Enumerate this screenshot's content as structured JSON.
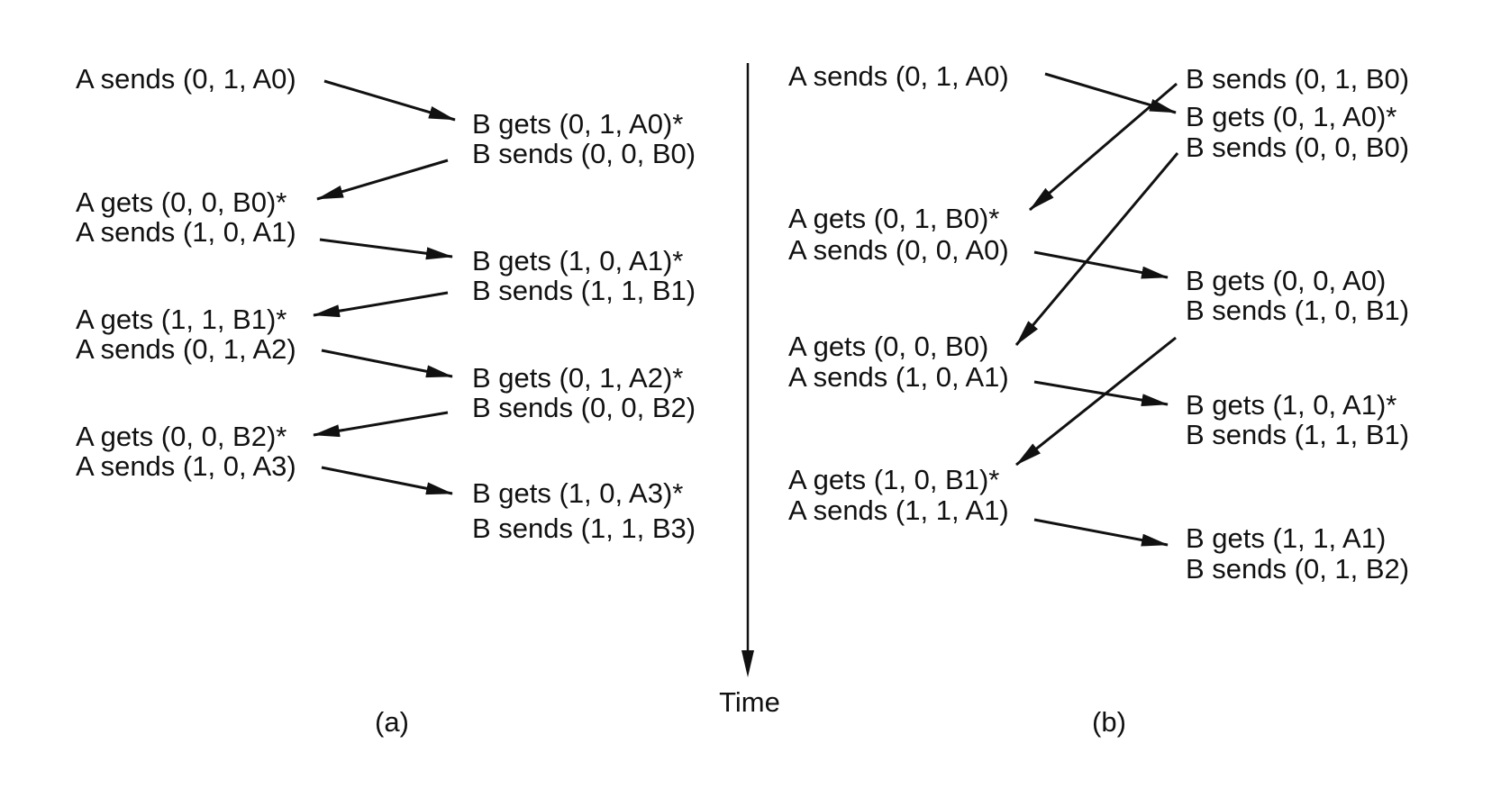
{
  "time_label": "Time",
  "panels": [
    {
      "label": "(a)",
      "a_events": [
        "A sends (0, 1, A0)",
        "A gets (0, 0, B0)*",
        "A sends (1, 0, A1)",
        "A gets (1, 1, B1)*",
        "A sends (0, 1, A2)",
        "A gets (0, 0, B2)*",
        "A sends (1, 0, A3)"
      ],
      "b_events": [
        "B gets (0, 1, A0)*",
        "B sends (0, 0, B0)",
        "B gets (1, 0, A1)*",
        "B sends (1, 1, B1)",
        "B gets (0, 1, A2)*",
        "B sends (0, 0, B2)",
        "B gets (1, 0, A3)*",
        "B sends (1, 1, B3)"
      ],
      "messages": [
        {
          "from": "A",
          "from_event": 0,
          "to_event": 0,
          "frame": "(0, 1, A0)"
        },
        {
          "from": "B",
          "from_event": 1,
          "to_event": 1,
          "frame": "(0, 0, B0)"
        },
        {
          "from": "A",
          "from_event": 2,
          "to_event": 2,
          "frame": "(1, 0, A1)"
        },
        {
          "from": "B",
          "from_event": 3,
          "to_event": 3,
          "frame": "(1, 1, B1)"
        },
        {
          "from": "A",
          "from_event": 4,
          "to_event": 4,
          "frame": "(0, 1, A2)"
        },
        {
          "from": "B",
          "from_event": 5,
          "to_event": 5,
          "frame": "(0, 0, B2)"
        },
        {
          "from": "A",
          "from_event": 6,
          "to_event": 6,
          "frame": "(1, 0, A3)"
        }
      ]
    },
    {
      "label": "(b)",
      "a_events": [
        "A sends (0, 1, A0)",
        "A gets (0, 1, B0)*",
        "A sends (0, 0, A0)",
        "A gets (0, 0, B0)",
        "A sends (1, 0, A1)",
        "A gets (1, 0, B1)*",
        "A sends (1, 1, A1)"
      ],
      "b_events": [
        "B sends (0, 1, B0)",
        "B gets (0, 1, A0)*",
        "B sends (0, 0, B0)",
        "B gets (0, 0, A0)",
        "B sends (1, 0, B1)",
        "B gets (1, 0, A1)*",
        "B sends (1, 1, B1)",
        "B gets (1, 1, A1)",
        "B sends (0, 1, B2)"
      ],
      "messages": [
        {
          "from": "A",
          "frame": "(0, 1, A0)"
        },
        {
          "from": "B",
          "frame": "(0, 1, B0)"
        },
        {
          "from": "B",
          "frame": "(0, 0, B0)"
        },
        {
          "from": "A",
          "frame": "(0, 0, A0)"
        },
        {
          "from": "A",
          "frame": "(1, 0, A1)"
        },
        {
          "from": "B",
          "frame": "(1, 0, B1)"
        },
        {
          "from": "A",
          "frame": "(1, 1, A1)"
        }
      ]
    }
  ]
}
